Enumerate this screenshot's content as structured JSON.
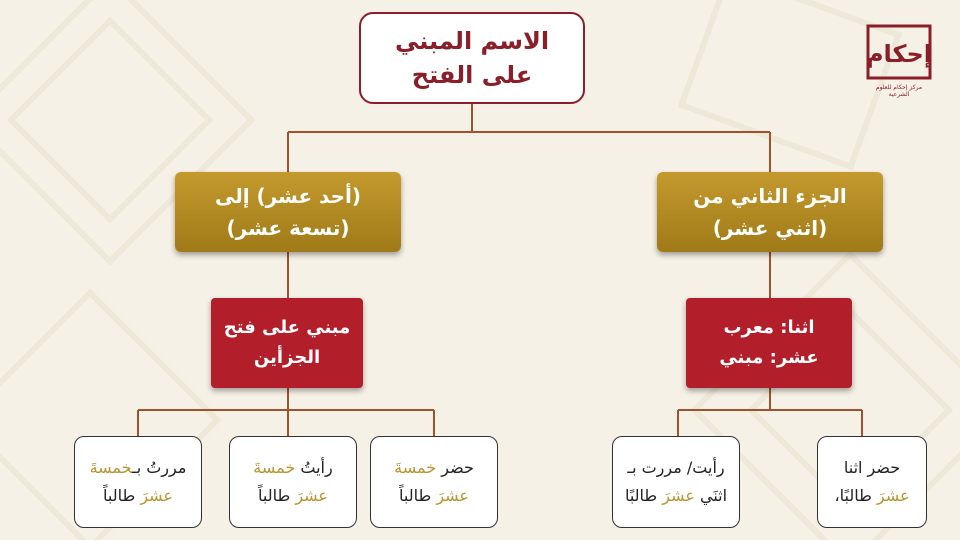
{
  "root": {
    "line1": "الاسم المبني",
    "line2": "على الفتح"
  },
  "left_branch": {
    "title": {
      "line1": "(أحد عشر) إلى",
      "line2": "(تسعة عشر)"
    },
    "rule": {
      "line1": "مبني على فتح",
      "line2": "الجزأين"
    },
    "examples": [
      {
        "a": "مررتُ بـ",
        "b": "خمسةَ",
        "c": "عشرَ",
        "d": " طالباً"
      },
      {
        "a": "رأيتُ ",
        "b": "خمسةَ",
        "c": "عشرَ",
        "d": " طالباً"
      },
      {
        "a": "حضر ",
        "b": "خمسةَ",
        "c": "عشرَ",
        "d": " طالباً"
      }
    ]
  },
  "right_branch": {
    "title": {
      "line1": "الجزء الثاني من",
      "line2": "(اثني عشر)"
    },
    "rule": {
      "line1": "اثنا: معرب",
      "line2": "عشر: مبني"
    },
    "examples": [
      {
        "a": "رأيت/ مررت بـ",
        "b": "اثنَي ",
        "c": "عشرَ",
        "d": " طالبًا"
      },
      {
        "a": "حضر اثنا",
        "b": "",
        "c": "عشرَ",
        "d": " طالبًا،"
      }
    ]
  },
  "logo": {
    "text": "إحكام",
    "sub": "مركز إحكام للعلوم الشرعية"
  },
  "colors": {
    "maroon": "#8a1f2a",
    "gold": "#b8942f",
    "red": "#b31e2b"
  }
}
